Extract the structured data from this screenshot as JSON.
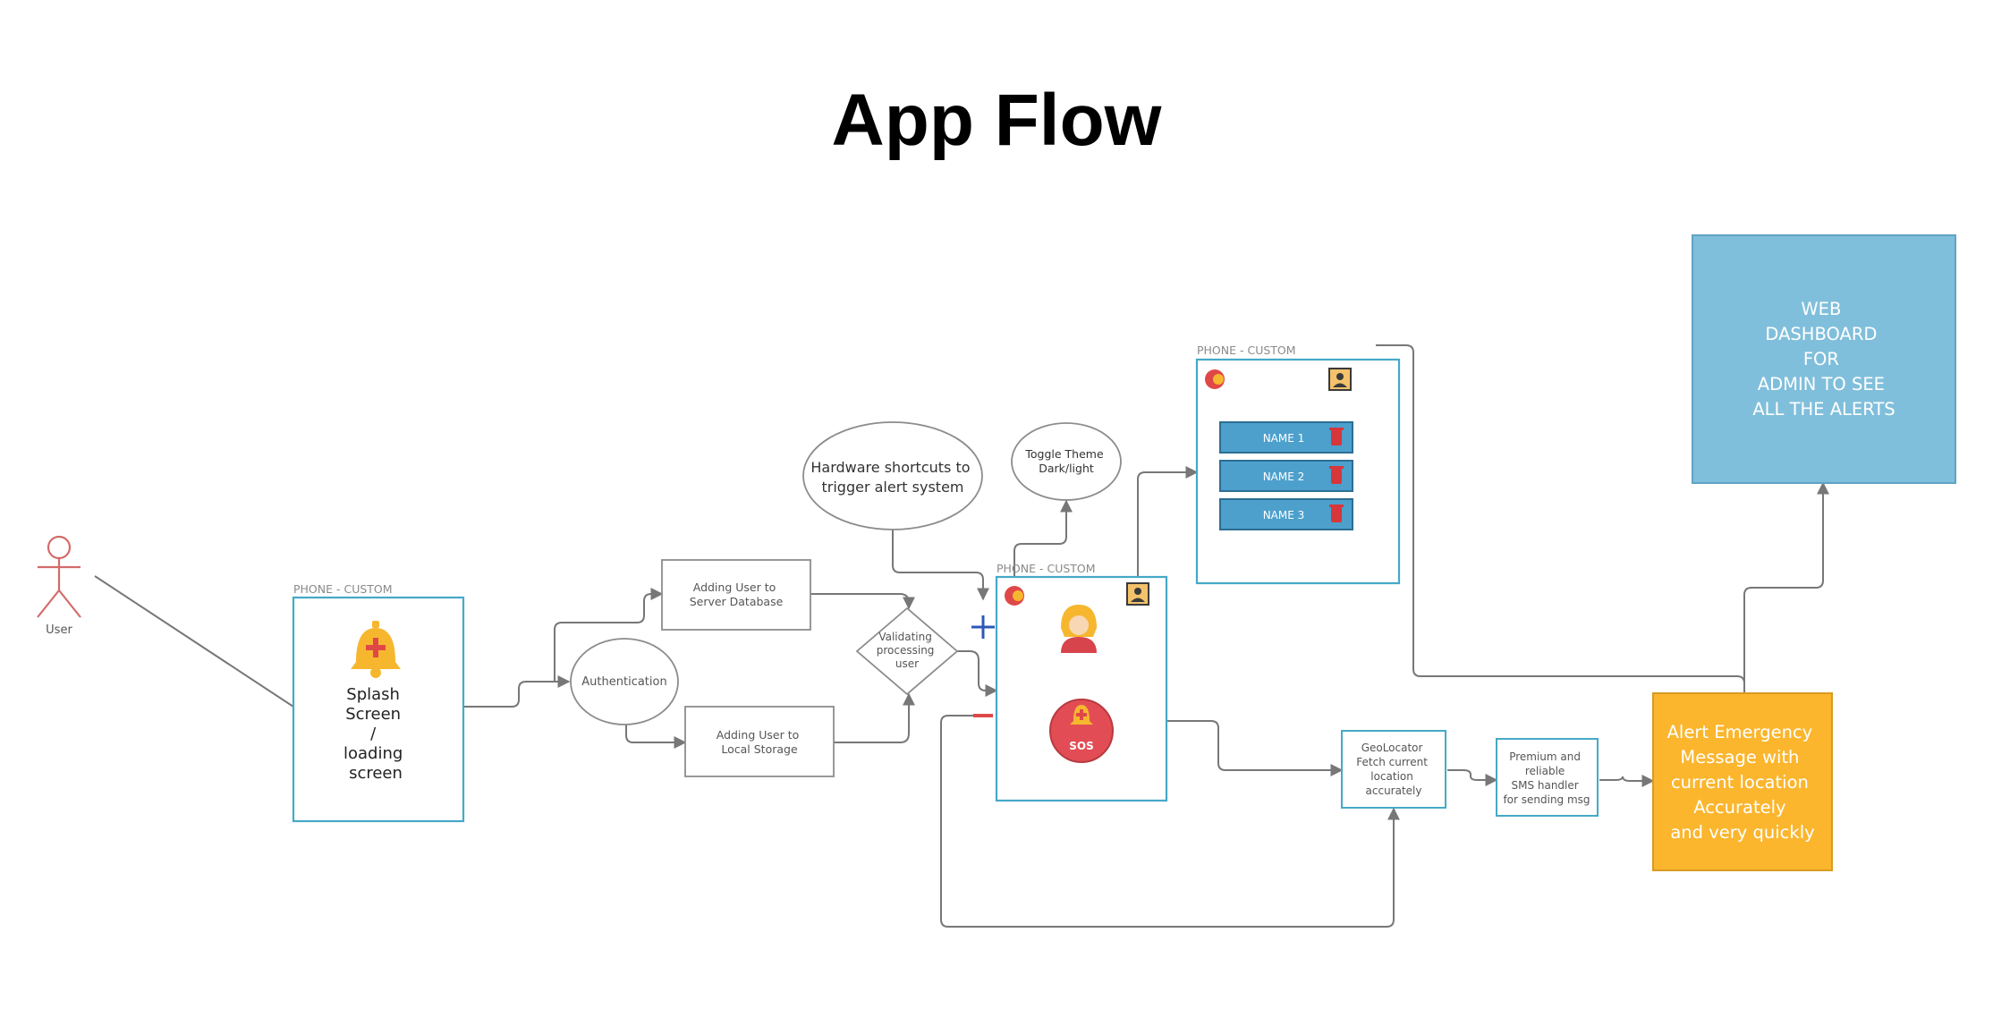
{
  "title": "App Flow",
  "colors": {
    "phone_border": "#45a9c8",
    "dashboard_fill": "#80bfdb",
    "alert_fill": "#fbb62e",
    "actor_stroke": "#d46a6a",
    "sos_fill": "#e24d55",
    "name_bar_fill": "#4da0cc",
    "delete_icon": "#d7363b"
  },
  "actor": {
    "label": "User"
  },
  "splash_phone": {
    "tag": "PHONE - CUSTOM",
    "lines": [
      "Splash",
      "Screen",
      "/",
      "loading",
      "screen"
    ],
    "icon": "alarm-bell-plus-icon"
  },
  "authentication": {
    "label": "Authentication"
  },
  "server_db": {
    "lines": [
      "Adding User to",
      "Server Database"
    ]
  },
  "local_storage": {
    "lines": [
      "Adding User to",
      "Local Storage"
    ]
  },
  "validate": {
    "lines": [
      "Validating",
      "processing",
      "user"
    ]
  },
  "hardware": {
    "lines": [
      "Hardware shortcuts to",
      "trigger alert system"
    ]
  },
  "theme": {
    "lines": [
      "Toggle Theme",
      "Dark/light"
    ]
  },
  "main_phone": {
    "tag": "PHONE - CUSTOM",
    "sos_label": "SOS",
    "icons": [
      "theme-toggle-icon",
      "contacts-icon",
      "user-avatar-icon",
      "sos-bell-icon"
    ]
  },
  "contacts_phone": {
    "tag": "PHONE - CUSTOM",
    "names": [
      "NAME 1",
      "NAME 2",
      "NAME 3"
    ],
    "icons": [
      "theme-toggle-icon",
      "contacts-icon",
      "trash-icon"
    ]
  },
  "geolocator": {
    "lines": [
      "GeoLocator",
      "Fetch current",
      "location",
      "accurately"
    ]
  },
  "sms": {
    "lines": [
      "Premium and",
      "reliable",
      "SMS handler",
      "for sending msg"
    ]
  },
  "alert": {
    "lines": [
      "Alert Emergency",
      "Message with",
      "current location",
      "Accurately",
      "and very quickly"
    ]
  },
  "dashboard": {
    "lines": [
      "WEB",
      "DASHBOARD",
      "FOR",
      "ADMIN TO SEE",
      "ALL THE ALERTS"
    ]
  }
}
